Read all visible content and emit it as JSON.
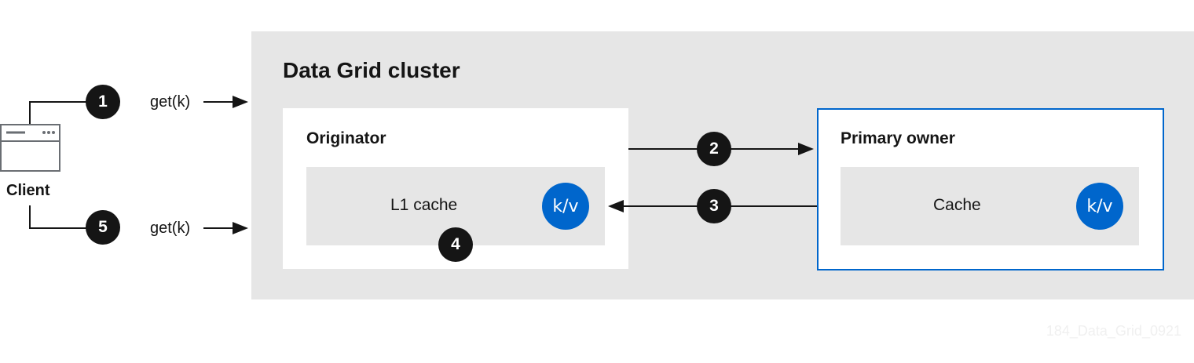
{
  "cluster": {
    "title": "Data Grid cluster"
  },
  "originator": {
    "title": "Originator",
    "cache_label": "L1 cache",
    "kv_label": "k/v"
  },
  "primary_owner": {
    "title": "Primary owner",
    "cache_label": "Cache",
    "kv_label": "k/v"
  },
  "client": {
    "label": "Client"
  },
  "steps": [
    {
      "number": "1",
      "label": "get(k)"
    },
    {
      "number": "2"
    },
    {
      "number": "3"
    },
    {
      "number": "4"
    },
    {
      "number": "5",
      "label": "get(k)"
    }
  ],
  "watermark": "184_Data_Grid_0921",
  "colors": {
    "accent": "#0066cc",
    "panel": "#e6e6e6",
    "ink": "#151515"
  }
}
